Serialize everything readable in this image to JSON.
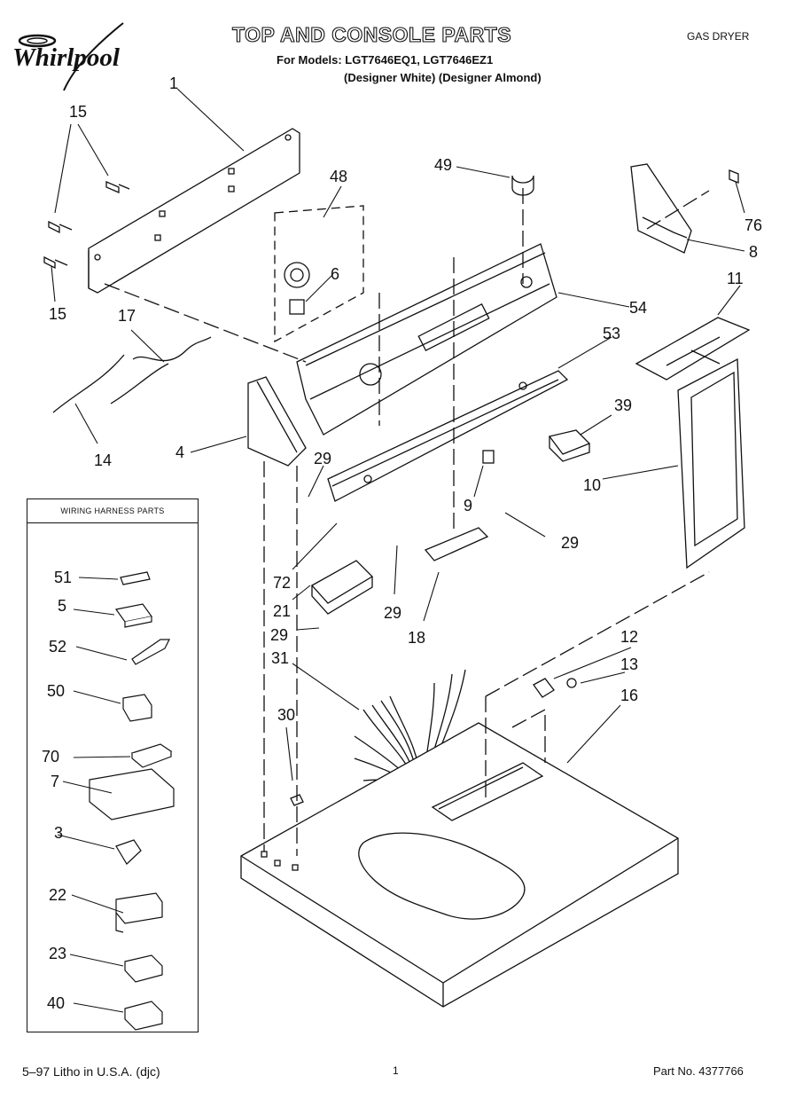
{
  "header": {
    "brand": "Whirlpool",
    "title": "TOP AND CONSOLE PARTS",
    "models_line": "For Models: LGT7646EQ1, LGT7646EZ1",
    "variants_line": "(Designer White) (Designer Almond)",
    "appliance_type": "GAS DRYER"
  },
  "diagram": {
    "callouts": [
      "1",
      "15",
      "15",
      "48",
      "6",
      "49",
      "76",
      "8",
      "11",
      "54",
      "17",
      "14",
      "53",
      "39",
      "4",
      "29",
      "10",
      "9",
      "29",
      "72",
      "21",
      "29",
      "18",
      "29",
      "31",
      "12",
      "13",
      "16",
      "30"
    ]
  },
  "wiring_harness": {
    "title": "WIRING HARNESS PARTS",
    "parts": [
      "51",
      "5",
      "52",
      "50",
      "70",
      "7",
      "3",
      "22",
      "23",
      "40"
    ]
  },
  "footer": {
    "print_info": "5–97 Litho in U.S.A. (djc)",
    "page_number": "1",
    "part_number": "Part No. 4377766"
  }
}
